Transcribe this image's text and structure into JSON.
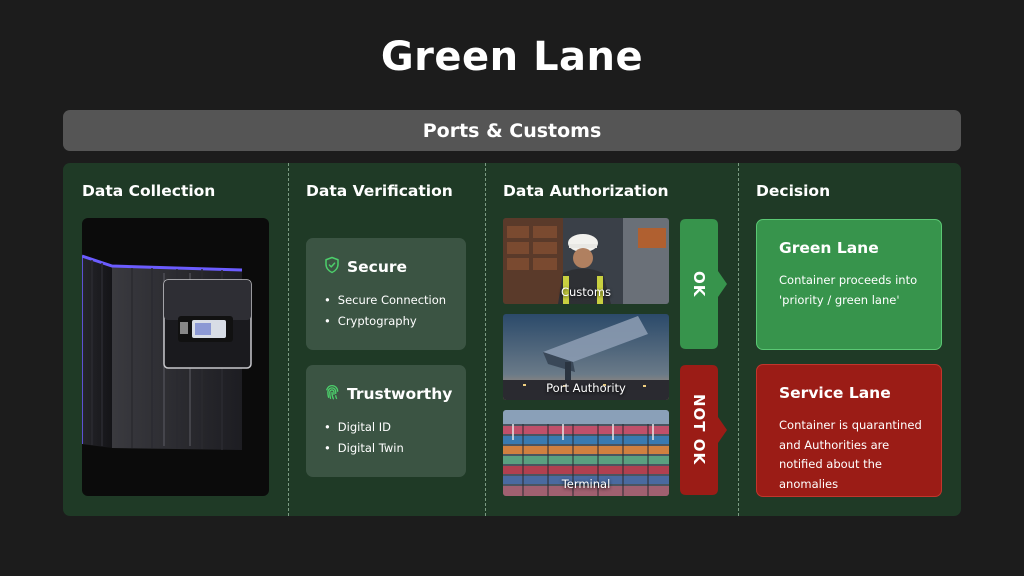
{
  "title": "Green Lane",
  "banner": "Ports & Customs",
  "columns": {
    "collection": {
      "heading": "Data Collection"
    },
    "verification": {
      "heading": "Data Verification",
      "cards": [
        {
          "title": "Secure",
          "icon": "shield-check-icon",
          "items": [
            "Secure Connection",
            "Cryptography"
          ]
        },
        {
          "title": "Trustworthy",
          "icon": "fingerprint-icon",
          "items": [
            "Digital ID",
            "Digital Twin"
          ]
        }
      ]
    },
    "authorization": {
      "heading": "Data Authorization",
      "photos": [
        "Customs",
        "Port Authority",
        "Terminal"
      ],
      "arrows": [
        {
          "label": "OK",
          "color": "#37944c"
        },
        {
          "label": "NOT OK",
          "color": "#9b1c16"
        }
      ]
    },
    "decision": {
      "heading": "Decision",
      "cards": [
        {
          "title": "Green Lane",
          "text": "Container proceeds into 'priority / green lane'",
          "color": "#37944c"
        },
        {
          "title": "Service Lane",
          "text": "Container is quarantined and Authorities are notified about the anomalies",
          "color": "#9b1c16"
        }
      ]
    }
  },
  "colors": {
    "background": "#1c1c1c",
    "panel": "#1f3a26",
    "banner": "#555555",
    "card": "#3b5443",
    "accent_green": "#4ccf6b"
  }
}
